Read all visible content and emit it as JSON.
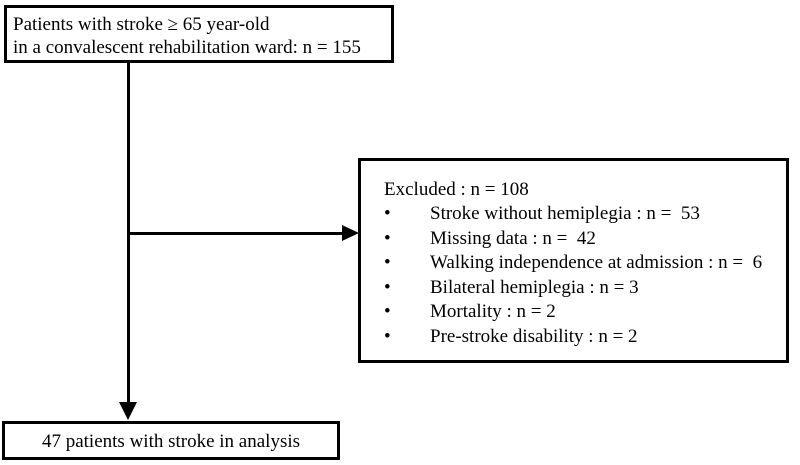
{
  "top_box": {
    "line1": "Patients with stroke ≥ 65 year-old",
    "line2": "in a convalescent rehabilitation ward: n = 155"
  },
  "excluded_box": {
    "title": "Excluded : n = 108",
    "bullet": "•",
    "items": [
      "Stroke without hemiplegia : n =  53",
      "Missing data : n =  42",
      "Walking independence at admission : n =  6",
      "Bilateral hemiplegia : n = 3",
      "Mortality : n = 2",
      "Pre-stroke disability : n = 2"
    ]
  },
  "bottom_box": {
    "text": "47 patients with stroke in analysis"
  },
  "colors": {
    "ink": "#000000",
    "background": "#ffffff"
  }
}
